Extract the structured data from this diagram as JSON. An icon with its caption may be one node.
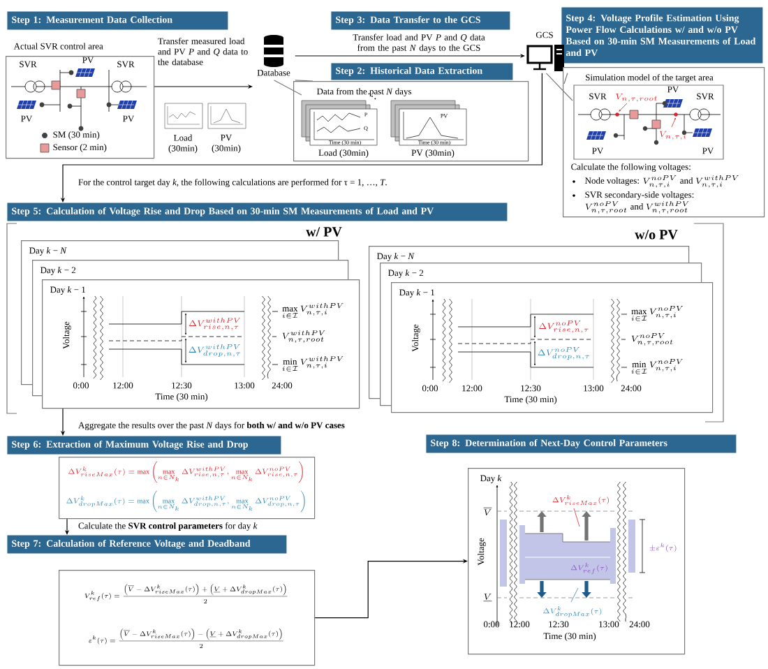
{
  "diagram": {
    "nodes": [
      {
        "text": [
          "Step 1: Measurement Data Collection"
        ]
      },
      {
        "text": [
          "Actual SVR control area"
        ]
      },
      {
        "text": [
          "Database"
        ]
      },
      {
        "text": [
          "Step 3: Data Transfer to the GCS"
        ]
      },
      {
        "text": [
          "GCS"
        ]
      },
      {
        "text": [
          "Step 2: Historical Data Extraction"
        ]
      },
      {
        "text": [
          "Data from the past *N* days"
        ]
      },
      {
        "text": [
          "Step 4: Voltage Profile Estimation Using Power Flow Calculations w/ and w/o PV Based on 30-min SM Measurements of Load and PV"
        ]
      },
      {
        "text": [
          "Simulation model of the target area",
          "Calculate the following voltages:",
          "\\text{Node voltages: }V^{noPV}_{n,\\tau,i}\\text{ and }V^{withPV}_{n,\\tau,i}",
          "SVR secondary-side voltages:",
          "V^{noPV}_{n,\\tau,root}\\text{ and }V^{withPV}_{n,\\tau,root}"
        ]
      },
      {
        "text": [
          "Step 5: Calculation of Voltage Rise and Drop Based on 30-min SM Measurements of Load and PV"
        ]
      },
      {
        "text": [
          "Day *k* − *N*"
        ]
      },
      {
        "text": [
          "Day *k* − 2"
        ]
      },
      {
        "text": [
          "Day *k* − 1",
          "Voltage",
          "0:00",
          "12:00",
          "12:30",
          "13:00",
          "24:00",
          "Time (30 min)",
          "\\Delta V^{withPV}_{rise,n,\\tau}",
          "\\Delta V^{withPV}_{drop,n,\\tau}",
          "\\max\\limits_{i\\in\\mathcal{I}} V^{withPV}_{n,\\tau,i}",
          "V^{withPV}_{n,\\tau,root}",
          "\\min\\limits_{i\\in\\mathcal{I}} V^{withPV}_{n,\\tau,i}"
        ]
      },
      {
        "text": [
          "Day *k* − *N*"
        ]
      },
      {
        "text": [
          "Day *k* − 2"
        ]
      },
      {
        "text": [
          "Day *k* − 1",
          "Voltage",
          "0:00",
          "12:00",
          "12:30",
          "13:00",
          "24:00",
          "Time (30 min)",
          "\\Delta V^{noPV}_{rise,n,\\tau}",
          "\\Delta V^{noPV}_{drop,n,\\tau}",
          "\\max\\limits_{i\\in\\mathcal{I}} V^{noPV}_{n,\\tau,i}",
          "V^{noPV}_{n,\\tau,root}",
          "\\min\\limits_{i\\in\\mathcal{I}} V^{noPV}_{n,\\tau,i}"
        ]
      },
      {
        "text": [
          "Step 6: Extraction of Maximum Voltage Rise and Drop"
        ]
      },
      {
        "text": [
          "\\Delta V^{k}_{riseMax}(\\tau) = \\max\\left(\\max\\limits_{n\\in N_k}\\Delta V^{withPV}_{rise,n,\\tau}, \\max\\limits_{n\\in N_k}\\Delta V^{noPV}_{rise,n,\\tau}\\right)",
          "\\Delta V^{k}_{dropMax}(\\tau) = \\max\\left(\\max\\limits_{n\\in N_k}\\Delta V^{withPV}_{drop,n,\\tau}, \\max\\limits_{n\\in N_k}\\Delta V^{noPV}_{drop,n,\\tau}\\right)"
        ]
      },
      {
        "text": [
          "Step 7: Calculation of Reference Voltage and Deadband"
        ]
      },
      {
        "text": [
          "V^{k}_{ref}(\\tau) = \\frac{\\left(\\overline{V} - \\Delta V^{k}_{riseMax}(\\tau)\\right) + \\left(\\underline{V} + \\Delta V^{k}_{dropMax}(\\tau)\\right)}{2}",
          "\\varepsilon^{k}(\\tau) = \\frac{\\left(\\overline{V} - \\Delta V^{k}_{riseMax}(\\tau)\\right) - \\left(\\underline{V} + \\Delta V^{k}_{dropMax}(\\tau)\\right)}{2}"
        ]
      },
      {
        "text": [
          "Step 8: Determination of Next-Day Control Parameters"
        ]
      },
      {
        "text": [
          "Day *k*",
          "\\Delta V^{k}_{riseMax}(\\tau)",
          "\\overline{V}",
          "Voltage",
          "\\Delta V^{k}_{ref}(\\tau)",
          "\\pm\\varepsilon^{k}(\\tau)",
          "\\underline{V}",
          "\\Delta V^{k}_{dropMax}(\\tau)",
          "0:00",
          "12:00",
          "12:30",
          "13:00",
          "24:00",
          "Time (30 min)"
        ]
      }
    ],
    "edges": [
      {
        "from": 1,
        "to": 2,
        "arrow": "to",
        "label": "Transfer measured load and PV *P* and *Q* data to the database"
      },
      {
        "from": 2,
        "to": 4,
        "arrow": "to",
        "label": "Transfer load and PV *P* and *Q* data from the past *N* days to the GCS"
      },
      {
        "from": 4,
        "to": 9,
        "arrow": "to",
        "label": "For the control target day *k*, the following calculations are performed for τ = 1, …, *T*."
      },
      {
        "from": 12,
        "to": 16,
        "arrow": "to",
        "label": "Aggregate the results over the past *N* days for **both w/ and w/o PV cases**"
      },
      {
        "from": 17,
        "to": 18,
        "arrow": "to",
        "label": "Calculate the **SVR control parameters** for day *k*"
      },
      {
        "from": 19,
        "to": 21,
        "arrow": "to"
      },
      {
        "from": 2,
        "to": 6,
        "arrow": "none",
        "color": "#7a7a7a"
      },
      {
        "from": 4,
        "to": 8,
        "arrow": "none",
        "color": "#7a7a7a"
      }
    ],
    "labels": [
      "SVR",
      "PV",
      "SVR",
      "PV",
      "PV",
      "Load (30min)",
      "PV (30min)",
      "P",
      "Q",
      "Time (30 min)",
      "PV",
      "Time (30 min)",
      "Load (30min)",
      "PV (30min)",
      "SVR",
      "V_{n,\\tau,root}",
      "PV",
      "SVR",
      "V_{n,\\tau,i}",
      "PV",
      "PV",
      "w/ PV",
      "w/o PV"
    ],
    "legend": [
      {
        "text": "SM (30 min)"
      },
      {
        "text": "Sensor (2 min)",
        "color": "#e89a9a"
      }
    ]
  }
}
